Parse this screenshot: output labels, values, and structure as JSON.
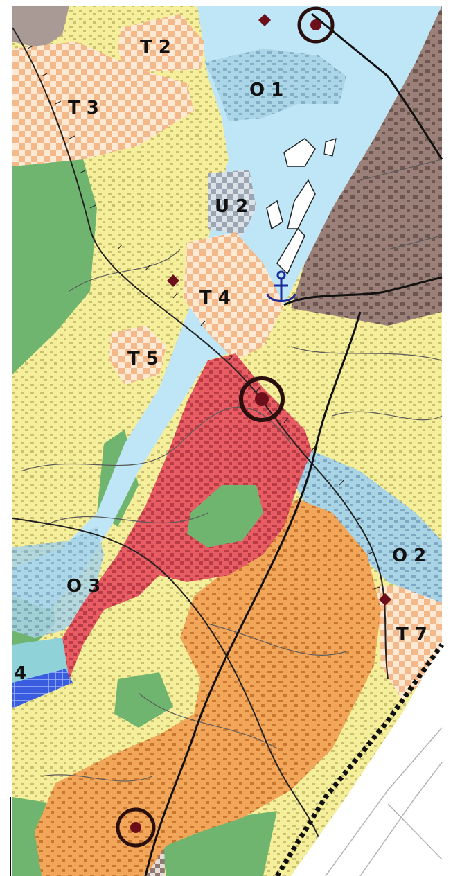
{
  "map": {
    "zone_labels": {
      "t2": "T 2",
      "t3": "T 3",
      "o1": "O 1",
      "u2": "U 2",
      "t4": "T 4",
      "t5": "T 5",
      "o2": "O 2",
      "o3": "O 3",
      "t7": "T 7",
      "z4": "4"
    },
    "colors": {
      "water": "#bfe6f7",
      "residential_yellow": "#f5ef9c",
      "center_red": "#e85c64",
      "orange_area": "#f2a65a",
      "industrial_brown": "#9a8078",
      "green_area": "#6fb56f",
      "light_blue_zone": "#a9d4e6",
      "checker_orange": "#f7c89c",
      "railway": "#222222",
      "marker": "#6d0f1a"
    },
    "icons": [
      "station-marker-icon",
      "anchor-icon",
      "diamond-marker-icon"
    ]
  }
}
